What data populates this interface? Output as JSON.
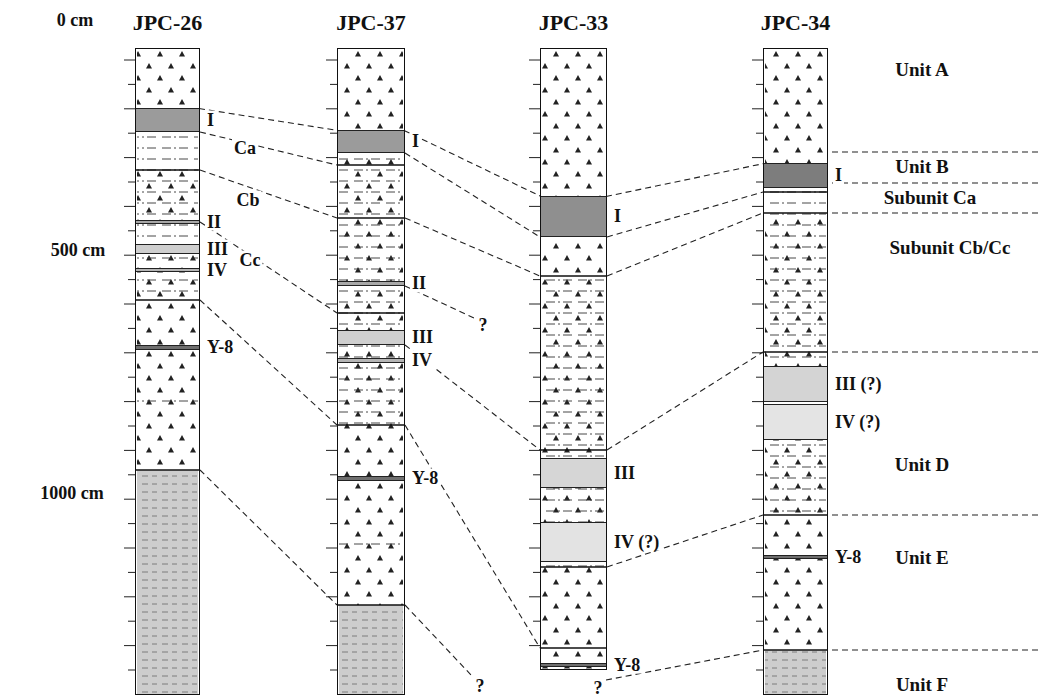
{
  "diagram": {
    "nodes": [
      {
        "text": [
          "JPC-26"
        ]
      },
      {
        "text": [
          "I"
        ],
        "in": 0
      },
      {
        "text": [
          "II"
        ],
        "in": 0
      },
      {
        "text": [
          "III"
        ],
        "in": 0
      },
      {
        "text": [
          "IV"
        ],
        "in": 0
      },
      {
        "text": [
          "Y-8"
        ],
        "in": 0
      },
      {
        "text": [
          "JPC-37"
        ]
      },
      {
        "text": [
          "I"
        ],
        "in": 6
      },
      {
        "text": [
          "II"
        ],
        "in": 6
      },
      {
        "text": [
          "III"
        ],
        "in": 6
      },
      {
        "text": [
          "IV"
        ],
        "in": 6
      },
      {
        "text": [
          "Y-8"
        ],
        "in": 6
      },
      {
        "text": [
          "JPC-33"
        ]
      },
      {
        "text": [
          "I"
        ],
        "in": 12
      },
      {
        "text": [
          "III"
        ],
        "in": 12
      },
      {
        "text": [
          "IV (?)"
        ],
        "in": 12
      },
      {
        "text": [
          "Y-8"
        ],
        "in": 12
      },
      {
        "text": [
          "JPC-34"
        ]
      },
      {
        "text": [
          "I"
        ],
        "in": 17
      },
      {
        "text": [
          "III (?)"
        ],
        "in": 17
      },
      {
        "text": [
          "IV (?)"
        ],
        "in": 17
      },
      {
        "text": [
          "Y-8"
        ],
        "in": 17
      }
    ],
    "edges": [
      {
        "from": 1,
        "to": 7,
        "arrow": "none"
      },
      {
        "from": 7,
        "to": 13,
        "arrow": "none"
      },
      {
        "from": 13,
        "to": 18,
        "arrow": "none"
      }
    ],
    "labels": [
      "0 cm",
      "500 cm",
      "1000 cm",
      "Ca",
      "Cb",
      "Cc",
      "?",
      "?",
      "?",
      "Unit A",
      "Unit B",
      "Subunit Ca",
      "Subunit Cb/Cc",
      "Unit D",
      "Unit E",
      "Unit F"
    ]
  }
}
